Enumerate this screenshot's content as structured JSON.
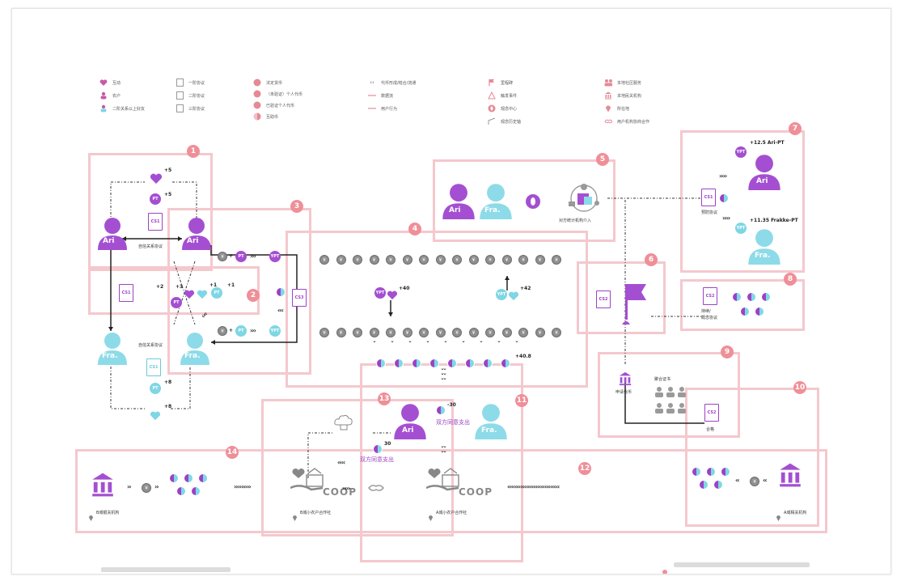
{
  "legend": {
    "col1": [
      "互动",
      "农户",
      "二阶关系以上好友"
    ],
    "col2": [
      "一阶协议",
      "二阶协议",
      "三阶协议"
    ],
    "col3": [
      "法定货币",
      "（未验证）个人代币",
      "已验证个人代币",
      "互助币"
    ],
    "col4": [
      "代币形成/结合/流通",
      "数据流",
      "用户行为"
    ],
    "col5": [
      "里程碑",
      "触发事件",
      "观念中心",
      "观念历史轴"
    ],
    "col6": [
      "本地社区服务",
      "本地民关机构",
      "所在地",
      "用户机构协商合作"
    ]
  },
  "actors": {
    "ari": "Ari",
    "fra": "Fra."
  },
  "badges": [
    "1",
    "2",
    "3",
    "4",
    "5",
    "6",
    "7",
    "8",
    "9",
    "10",
    "11",
    "12",
    "13",
    "14"
  ],
  "contracts": {
    "cs1": "CS1",
    "cs2": "CS2",
    "cs3": "CS3"
  },
  "tokens": {
    "pt": "PT",
    "ypt": "YPT",
    "yen": "¥"
  },
  "numbers": {
    "n_plus5a": "+5",
    "n_plus5b": "+5",
    "n_plus2": "+2",
    "n_plus3": "+3",
    "n_plus1a": "+1",
    "n_plus1b": "+1",
    "n_plus8a": "+8",
    "n_plus8b": "+8",
    "n_plus40": "+40",
    "n_plus42": "+42",
    "n_plus408": "+40.8",
    "n_minus30": "-30",
    "n_30": "30",
    "ari_pt": "+12.5 Ari-PT",
    "fra_pt": "+11.35 Frakke-PT"
  },
  "labels": {
    "friend_ari": "自信关系协议",
    "friend_fra": "自信关系协议",
    "sec5": "对方统计机构介入",
    "sec7": "预防协议",
    "sec8a": "持续/",
    "sec8b": "概念协议",
    "sec9a": "申请代币",
    "sec9b": "聚合证书",
    "sec10": "合格",
    "agree_top": "双方同意支出",
    "agree_bottom": "双方同意支出",
    "coop_b": "B城小农户合作社",
    "coop_a": "A城小农户合作社",
    "bank_b": "B城银关机构",
    "bank_a": "A城相关机构",
    "coop": "COOP",
    "coop2": "COOP"
  }
}
